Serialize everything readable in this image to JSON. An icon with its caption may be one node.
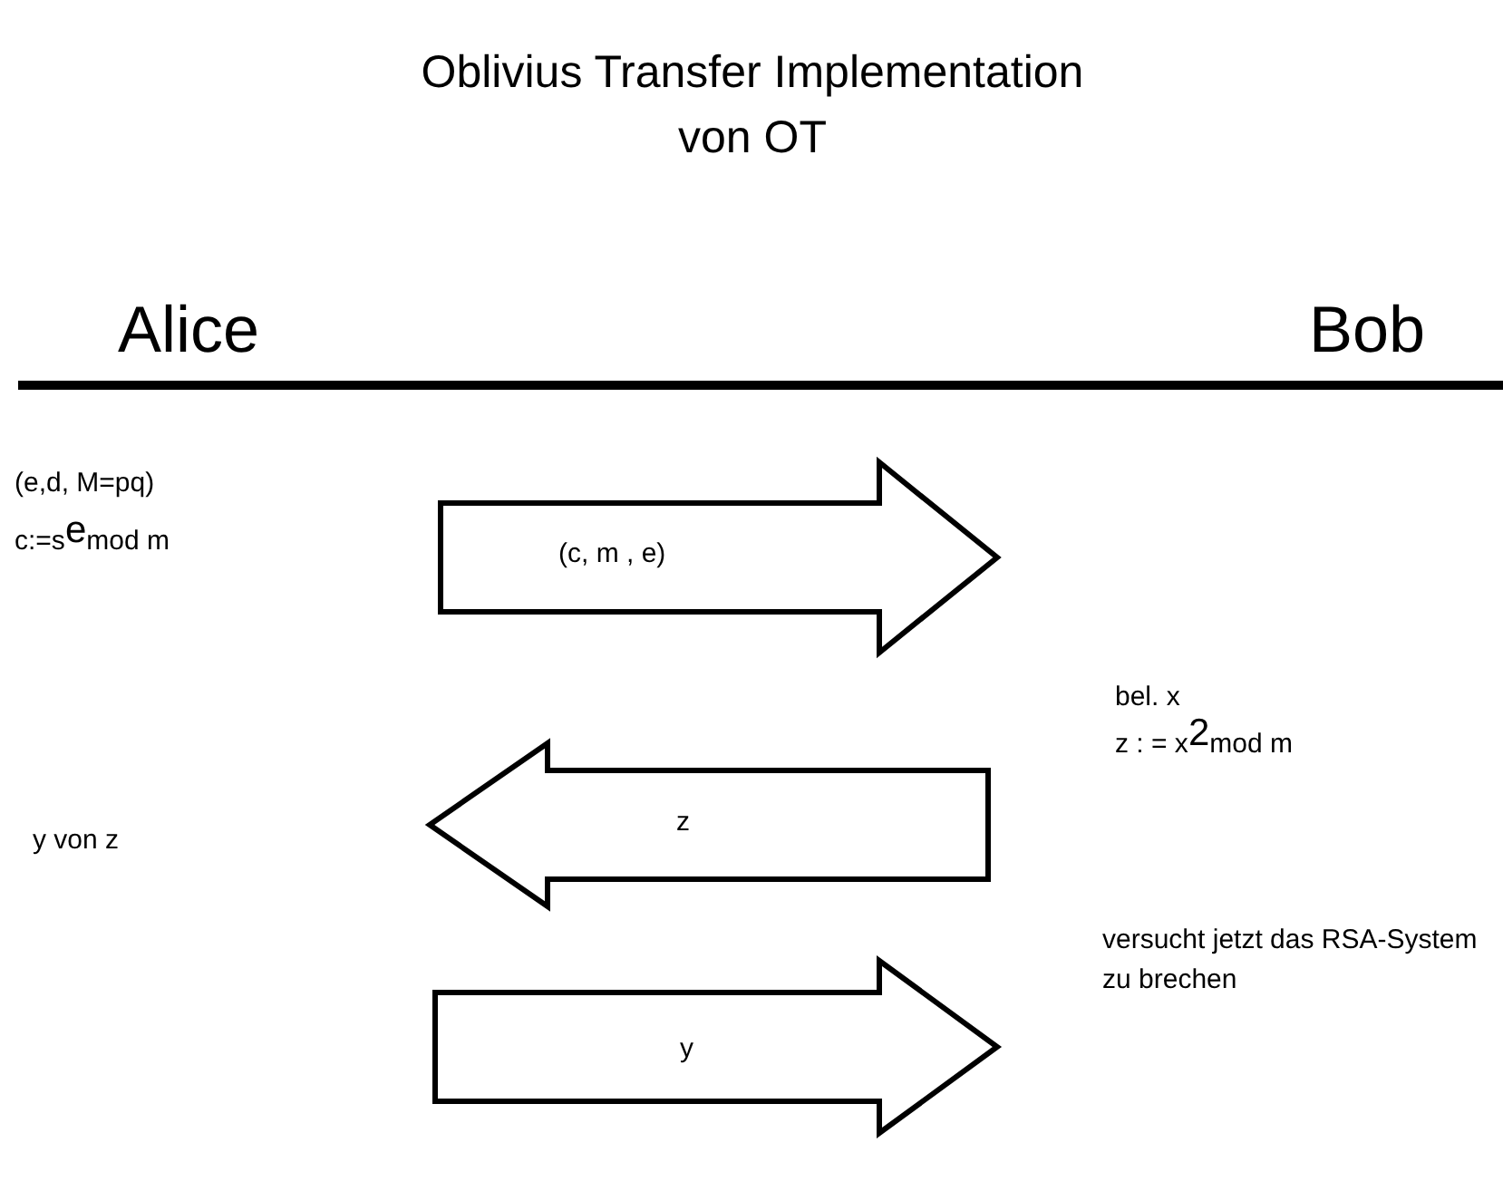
{
  "diagram": {
    "title": "Oblivius Transfer Implementation von OT",
    "nodes": [
      {
        "text": [
          "(c, m , e)"
        ]
      },
      {
        "text": [
          "z"
        ]
      },
      {
        "text": [
          "y"
        ]
      }
    ],
    "labels": [
      "Alice",
      "Bob",
      "(e,d, M=pq)",
      "c:=s$^{e}$mod m",
      "bel. x",
      "z : = x$^{2}$mod m",
      "y von z",
      "versucht jetzt das RSA-System zu brechen"
    ]
  }
}
